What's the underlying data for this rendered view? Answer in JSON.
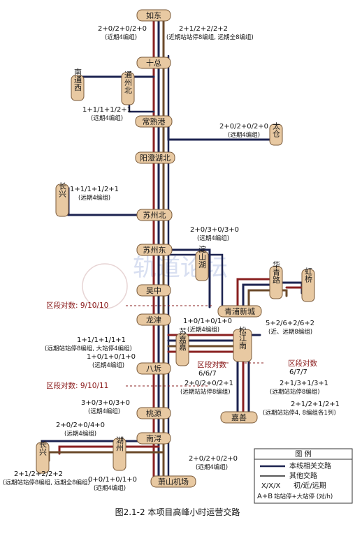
{
  "stations": {
    "rudong": "如东",
    "shizong": "十总",
    "nantong_north": "通州北",
    "nantong_west": "南通西",
    "changshugang": "常熟港",
    "taicang": "太仓",
    "yangchenghu_north": "阳澄湖北",
    "changxing": "长兴",
    "suzhou_north": "苏州北",
    "suzhou_east": "苏州东",
    "dianshanhu": "淀山湖",
    "wuzhong": "吴中",
    "qingpu_xincheng": "青浦新城",
    "huaqinglu": "华青路",
    "hongqiao": "虹桥",
    "longjin": "龙津",
    "sujia_hub": "苏嘉嘉",
    "songjiang": "松江南",
    "bafang": "八坼",
    "taoyuan": "桃源",
    "jiashan": "嘉善",
    "nanxun": "南浔",
    "huzhou": "湖州",
    "changxing_s": "长兴",
    "xianshan_airport": "萧山机场"
  },
  "labels": {
    "l1": "2+0/2+0/2+0",
    "l1s": "(近期4编组)",
    "l2": "2+1/2+2/2+2",
    "l2s": "(近期站站停8编组, 远期全8编组)",
    "l3": "1+1/1+1/2+1",
    "l3s": "(远期4编组)",
    "l4": "2+0/2+0/2+0",
    "l4s": "(远期4编组)",
    "l5": "1+1/1+1/2+1",
    "l5s": "(远期4编组)",
    "l6": "2+0/3+0/3+0",
    "l6s": "(远期4编组)",
    "l7": "1+0/1+0/1+0",
    "l7s": "(近期4编组)",
    "l8": "5+2/6+2/6+2",
    "l8s": "(近、远期8编组)",
    "l9": "1+1/1+1/1+1",
    "l9s": "(远期站站停8编组, 大站停4编组)",
    "l10": "1+0/1+0/1+0",
    "l10s": "(远期4编组)",
    "l11": "2+0/2+0/2+1",
    "l11s": "(远期站站停8编组)",
    "l12": "2+1/3+1/3+1",
    "l12s": "(远期站站停8编组)",
    "l13": "2+1/2+1/2+1",
    "l13s": "(远期站站停4, 8编组各1列)",
    "l14": "3+0/3+0/3+0",
    "l14s": "(远期4编组)",
    "l15": "2+0/2+0/4+0",
    "l15s": "(远期4编组)",
    "l16": "2+0/2+0/2+0",
    "l16s": "(远期4编组)",
    "l17": "2+1/2+2/2+2",
    "l17s": "(远期站站停8编组, 远期全8编组)",
    "l18": "0+0/1+0/1+0",
    "l18s": "(远期4编组)"
  },
  "sections": {
    "s1": "区段对数: 9/10/10",
    "s2": "区段对数",
    "s2v": "6/6/7",
    "s3": "区段对数",
    "s3v": "6/7/7",
    "s4": "区段对数: 9/10/11"
  },
  "legend": {
    "title": "图 例",
    "item1": "本线相关交路",
    "item2": "其他交路",
    "item3_key": "X/X/X",
    "item3_val": "初/近/远期",
    "item4_key": "A+B",
    "item4_val": "站站停+大站停 (对/h)"
  },
  "caption": "图2.1-2  本项目高峰小时运营交路",
  "watermark": "轨道论坛",
  "colors": {
    "line_dark": "#1c2350",
    "line_red": "#8a2020",
    "line_brown": "#6b4a2a",
    "station_fill": "#e8c9a2"
  }
}
